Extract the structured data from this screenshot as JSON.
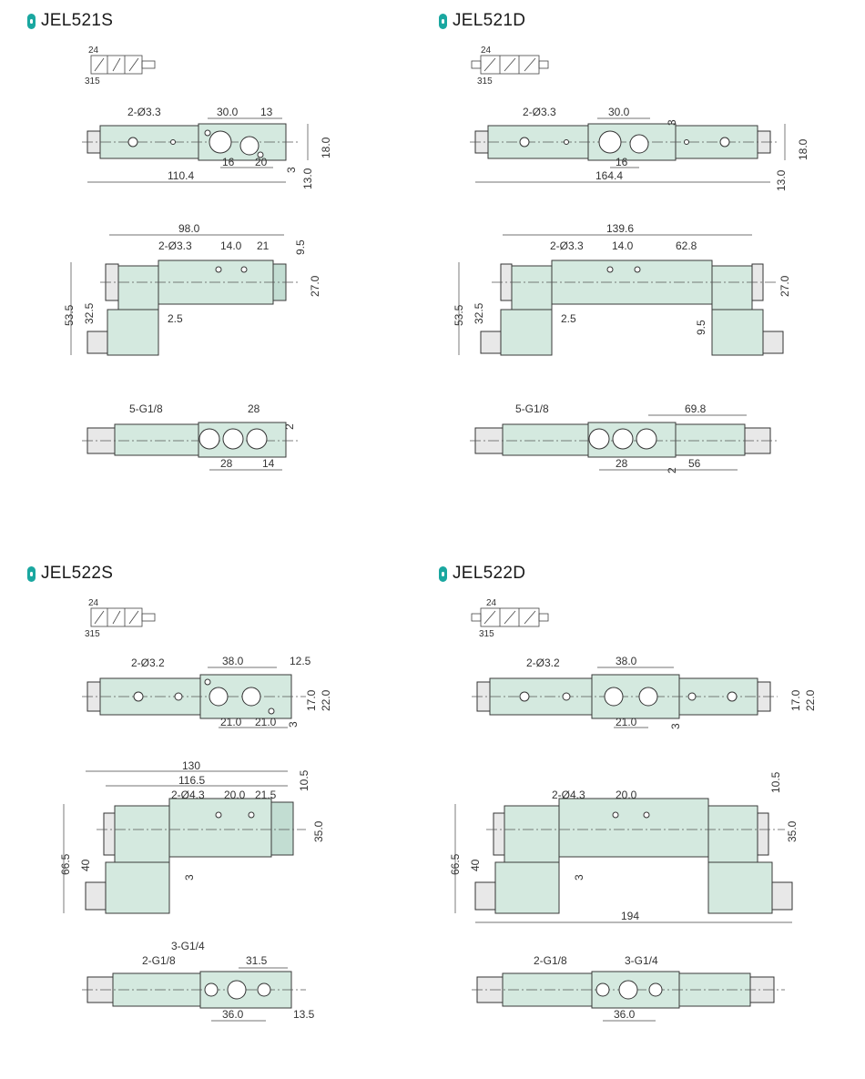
{
  "panels": [
    {
      "title": "JEL521S",
      "symbol": {
        "top": "24",
        "bottom": "315"
      },
      "top_view": {
        "hole": "2-Ø3.3",
        "w1": "30.0",
        "w2": "13",
        "a": "16",
        "b": "20",
        "c": "3",
        "h1": "18.0",
        "h2": "13.0",
        "len": "110.4"
      },
      "side_view": {
        "len": "98.0",
        "hole": "2-Ø3.3",
        "p1": "14.0",
        "p2": "21",
        "t1": "9.5",
        "h1": "27.0",
        "h2": "53.5",
        "h3": "32.5",
        "b": "2.5"
      },
      "bottom_view": {
        "ports": "5-G1/8",
        "p1": "28",
        "p2": "2",
        "b1": "28",
        "b2": "14"
      }
    },
    {
      "title": "JEL521D",
      "symbol": {
        "top": "24",
        "bottom": "315"
      },
      "top_view": {
        "hole": "2-Ø3.3",
        "w1": "30.0",
        "c": "3",
        "a": "16",
        "h1": "18.0",
        "h2": "13.0",
        "len": "164.4"
      },
      "side_view": {
        "len": "139.6",
        "hole": "2-Ø3.3",
        "p1": "14.0",
        "p2": "62.8",
        "h1": "27.0",
        "h2": "53.5",
        "h3": "32.5",
        "b": "2.5",
        "t1": "9.5"
      },
      "bottom_view": {
        "ports": "5-G1/8",
        "p1": "69.8",
        "b1": "28",
        "p2": "2",
        "b2": "56"
      }
    },
    {
      "title": "JEL522S",
      "symbol": {
        "top": "24",
        "bottom": "315"
      },
      "top_view": {
        "hole": "2-Ø3.2",
        "w1": "38.0",
        "w2": "12.5",
        "a": "21.0",
        "b": "21.0",
        "c": "3",
        "h1": "17.0",
        "h2": "22.0"
      },
      "side_view": {
        "len1": "130",
        "len2": "116.5",
        "hole": "2-Ø4.3",
        "p1": "20.0",
        "p2": "21.5",
        "t1": "10.5",
        "h1": "35.0",
        "h2": "66.5",
        "h3": "40",
        "b": "3"
      },
      "bottom_view": {
        "ports1": "3-G1/4",
        "ports2": "2-G1/8",
        "p1": "31.5",
        "b1": "36.0",
        "b2": "13.5"
      }
    },
    {
      "title": "JEL522D",
      "symbol": {
        "top": "24",
        "bottom": "315"
      },
      "top_view": {
        "hole": "2-Ø3.2",
        "w1": "38.0",
        "a": "21.0",
        "c": "3",
        "h1": "17.0",
        "h2": "22.0"
      },
      "side_view": {
        "hole": "2-Ø4.3",
        "p1": "20.0",
        "t1": "10.5",
        "h1": "35.0",
        "h2": "66.5",
        "h3": "40",
        "b": "3",
        "len": "194"
      },
      "bottom_view": {
        "ports2": "2-G1/8",
        "ports1": "3-G1/4",
        "b1": "36.0"
      }
    }
  ],
  "colors": {
    "accent": "#1aa7a0",
    "body": "#d4e9df"
  }
}
